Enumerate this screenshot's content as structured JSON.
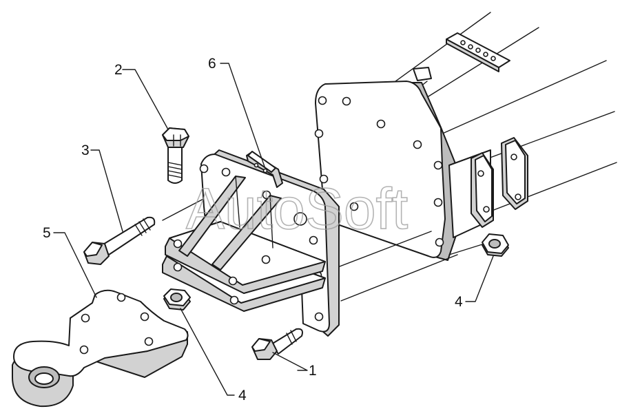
{
  "diagram": {
    "watermark": "AutoSoft",
    "callouts": {
      "c1": "1",
      "c2": "2",
      "c3": "3",
      "c4a": "4",
      "c4b": "4",
      "c5": "5",
      "c6": "6"
    }
  }
}
